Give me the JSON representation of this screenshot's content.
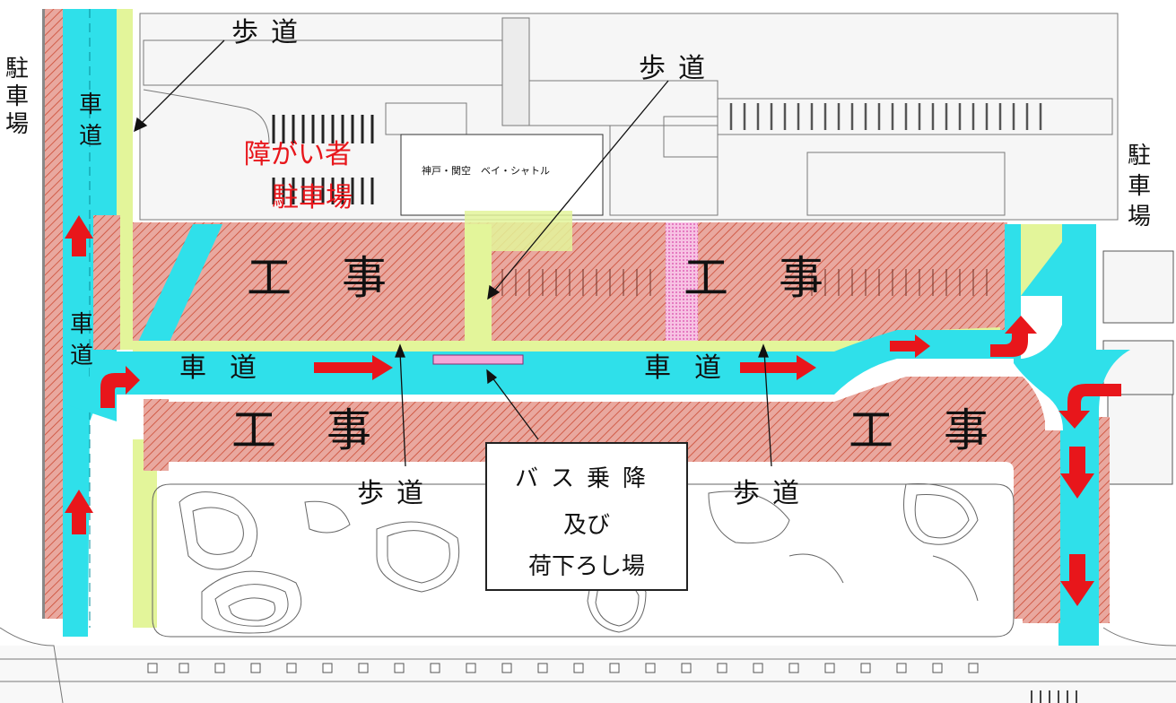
{
  "labels": {
    "parking": "駐車場",
    "roadway": "車道",
    "sidewalk": "歩道",
    "construction": "工事",
    "accessible_parking_line1": "障がい者",
    "accessible_parking_line2": "駐車場",
    "shuttle_building": "神戸・関空　ベイ・シャトル",
    "bus_stop_line1": "バス乗降",
    "bus_stop_line2": "及び",
    "bus_stop_line3": "荷下ろし場"
  },
  "colors": {
    "roadway": "#2fe0ea",
    "construction": "#e8a39a",
    "construction_hatch": "#d4553c",
    "sidewalk": "#e3f59a",
    "arrow": "#e8161b",
    "pedestrian_crossing": "#f5a6d8"
  }
}
